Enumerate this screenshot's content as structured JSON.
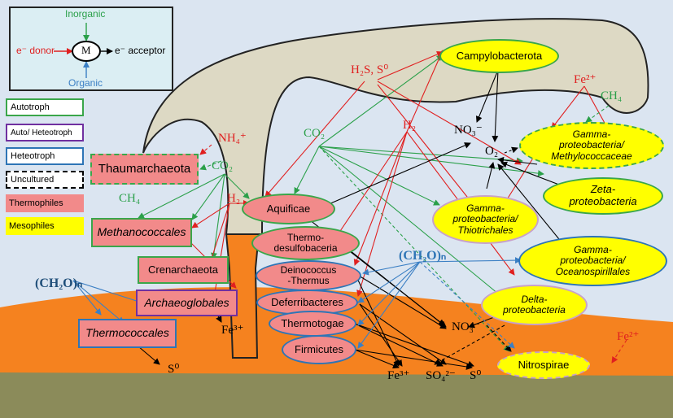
{
  "inset": {
    "inorganic": "Inorganic",
    "donor": "e⁻ donor",
    "center": "M",
    "acceptor": "e⁻ acceptor",
    "organic": "Organic"
  },
  "legend": {
    "autotroph": "Autotroph",
    "auto_heterotroph": "Auto/ Heteotroph",
    "heterotroph": "Heteotroph",
    "uncultured": "Uncultured",
    "thermophiles": "Thermophiles",
    "mesophiles": "Mesophiles"
  },
  "taxa": {
    "thaumarchaeota": "Thaumarchaeota",
    "methanococcales": "Methanococcales",
    "crenarchaeota": "Crenarchaeota",
    "archaeoglobales": "Archaeoglobales",
    "thermococcales": "Thermococcales",
    "aquificae": "Aquificae",
    "thermodesulfobacteria": "Thermo-\ndesulfobaceria",
    "deinococcus": "Deinococcus\n-Thermus",
    "deferribacteres": "Deferribacteres",
    "thermotogae": "Thermotogae",
    "firmicutes": "Firmicutes",
    "campylobacterota": "Campylobacterota",
    "methylococcaceae": "Gamma-\nproteobacteria/\nMethylococcaceae",
    "zeta": "Zeta-\nproteobacteria",
    "thiotrichales": "Gamma-\nproteobacteria/\nThiotrichales",
    "oceanospirillales": "Gamma-\nproteobacteria/\nOceanospirillales",
    "delta": "Delta-\nproteobacteria",
    "nitrospirae": "Nitrospirae"
  },
  "chemicals": {
    "nh4": "NH₄⁺",
    "co2_left": "CO₂",
    "ch4_left": "CH₄",
    "h2_left": "H₂",
    "ch2o_left": "(CH₂O)ₙ",
    "fe3_left": "Fe³⁺",
    "s0_left": "S⁰",
    "co2_mid": "CO₂",
    "h2s_s0": "H₂S, S⁰",
    "h2_mid": "H₂",
    "ch2o_mid": "(CH₂O)ₙ",
    "no3_top": "NO₃⁻",
    "o2": "O₂",
    "fe2_top": "Fe²⁺",
    "ch4_right": "CH₄",
    "no3_bottom": "NO₃⁻",
    "fe3_bottom": "Fe³⁺",
    "so4": "SO₄²⁻",
    "s0_bottom": "S⁰",
    "fe2_bottom": "Fe²⁺"
  },
  "colors": {
    "autotroph": "#3aa64a",
    "auto_heterotroph": "#7030a0",
    "heterotroph": "#2e75b6",
    "thermophile_fill": "#f28a8a",
    "mesophile_fill": "#ffff00",
    "mesophile_border": "#c8a2c8",
    "red_arrow": "#e02020",
    "green_arrow": "#2ba04a",
    "blue_arrow": "#3b7fc4",
    "black_arrow": "#000000",
    "chimney_fill": "#ddd9c4",
    "seafloor_fill": "#f5821f",
    "sediment_fill": "#8b8b5a"
  }
}
